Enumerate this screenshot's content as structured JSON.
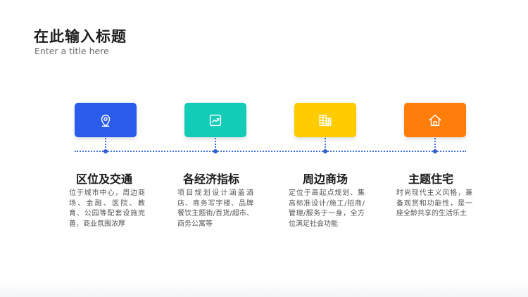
{
  "header": {
    "title": "在此输入标题",
    "subtitle": "Enter a title here"
  },
  "colors": {
    "timeline": "#3f6fd6",
    "card_1": "#2a5bea",
    "card_2": "#12ccb8",
    "card_3": "#ffcc00",
    "card_4": "#ff7d0a"
  },
  "items": [
    {
      "icon": "location-pin-icon",
      "heading": "区位及交通",
      "description": "位于城市中心，周边商场、金融、医院、教育、公园等配套设施完善，商业氛围浓厚"
    },
    {
      "icon": "trend-chart-icon",
      "heading": "各经济指标",
      "description": "项目规划设计涵盖酒店、商务写字楼、品牌餐饮主题街/百货/超市、商务公寓等"
    },
    {
      "icon": "building-grid-icon",
      "heading": "周边商场",
      "description": "定位于高起点规划、集高标准设计/施工/招商/管理/服务于一身，全方位满足社会功能"
    },
    {
      "icon": "home-icon",
      "heading": "主题住宅",
      "description": "时尚现代主义风格，兼备观赏和功能性，是一座全龄共享的生活乐土"
    }
  ]
}
